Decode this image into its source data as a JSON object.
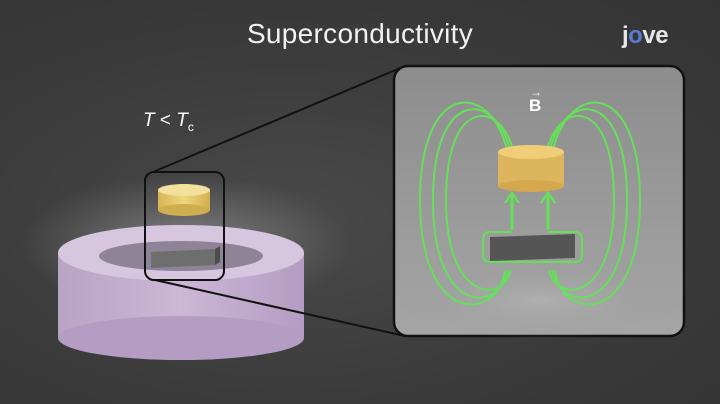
{
  "title": "Superconductivity",
  "logo": {
    "text_pre": "j",
    "text_o": "o",
    "text_post": "ve"
  },
  "condition": {
    "T": "T",
    "op": "<",
    "Tc": "T",
    "sub": "c"
  },
  "inset": {
    "field_label": "B",
    "field_arrow": "→"
  },
  "colors": {
    "background": "#3a3a3a",
    "magnet": "#e8c86a",
    "ring": "#c8b2d4",
    "field_lines": "#66e05a",
    "inset_bg": "#8a8a8a",
    "superconductor": "#555555"
  }
}
